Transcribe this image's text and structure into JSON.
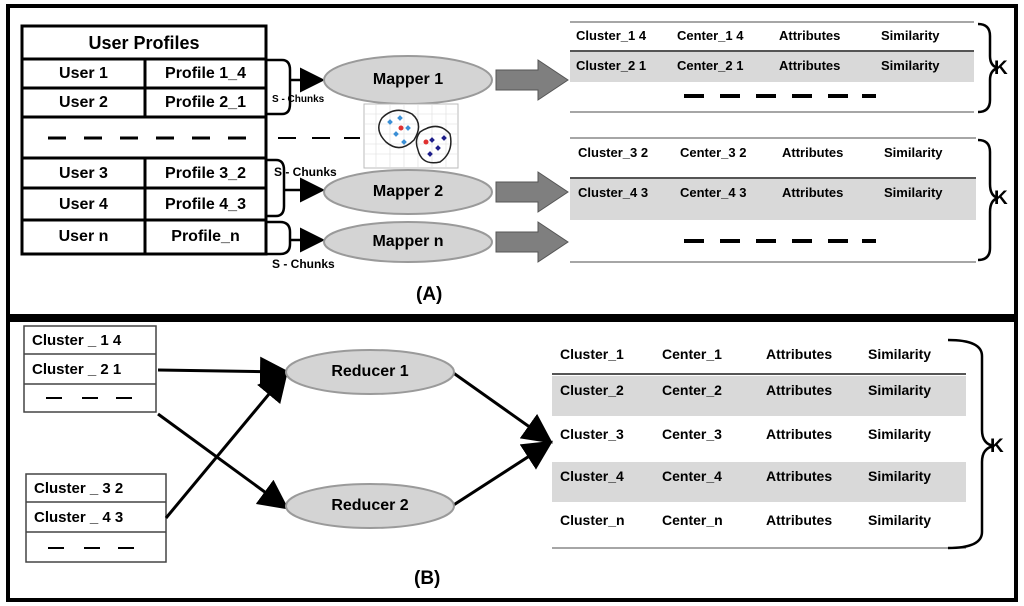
{
  "panel_a": {
    "caption": "(A)",
    "user_table": {
      "title": "User Profiles",
      "rows": [
        {
          "user": "User 1",
          "profile": "Profile 1_4"
        },
        {
          "user": "User 2",
          "profile": "Profile 2_1"
        },
        {
          "user": "User 3",
          "profile": "Profile 3_2"
        },
        {
          "user": "User 4",
          "profile": "Profile 4_3"
        },
        {
          "user": "User n",
          "profile": "Profile_n"
        }
      ]
    },
    "chunk_labels": [
      "S - Chunks",
      "S - Chunks",
      "S - Chunks"
    ],
    "mappers": [
      "Mapper 1",
      "Mapper 2",
      "Mapper n"
    ],
    "output_rows_top": [
      [
        "Cluster_1 4",
        "Center_1 4",
        "Attributes",
        "Similarity"
      ],
      [
        "Cluster_2 1",
        "Center_2 1",
        "Attributes",
        "Similarity"
      ]
    ],
    "output_rows_bottom": [
      [
        "Cluster_3 2",
        "Center_3 2",
        "Attributes",
        "Similarity"
      ],
      [
        "Cluster_4 3",
        "Center_4 3",
        "Attributes",
        "Similarity"
      ]
    ],
    "k_labels": [
      "K",
      "K"
    ]
  },
  "panel_b": {
    "caption": "(B)",
    "input_top": [
      "Cluster _ 1 4",
      "Cluster _ 2 1"
    ],
    "input_bottom": [
      "Cluster _ 3  2",
      "Cluster _ 4 3"
    ],
    "reducers": [
      "Reducer 1",
      "Reducer 2"
    ],
    "output_rows": [
      [
        "Cluster_1",
        "Center_1",
        "Attributes",
        "Similarity"
      ],
      [
        "Cluster_2",
        "Center_2",
        "Attributes",
        "Similarity"
      ],
      [
        "Cluster_3",
        "Center_3",
        "Attributes",
        "Similarity"
      ],
      [
        "Cluster_4",
        "Center_4",
        "Attributes",
        "Similarity"
      ],
      [
        "Cluster_n",
        "Center_n",
        "Attributes",
        "Similarity"
      ]
    ],
    "k_label": "K"
  },
  "colors": {
    "ellipse_fill": "#d4d4d4",
    "ellipse_stroke": "#9a9a9a",
    "shaded_row": "#d9d9d9",
    "arrow_fill": "#7f7f7f"
  }
}
